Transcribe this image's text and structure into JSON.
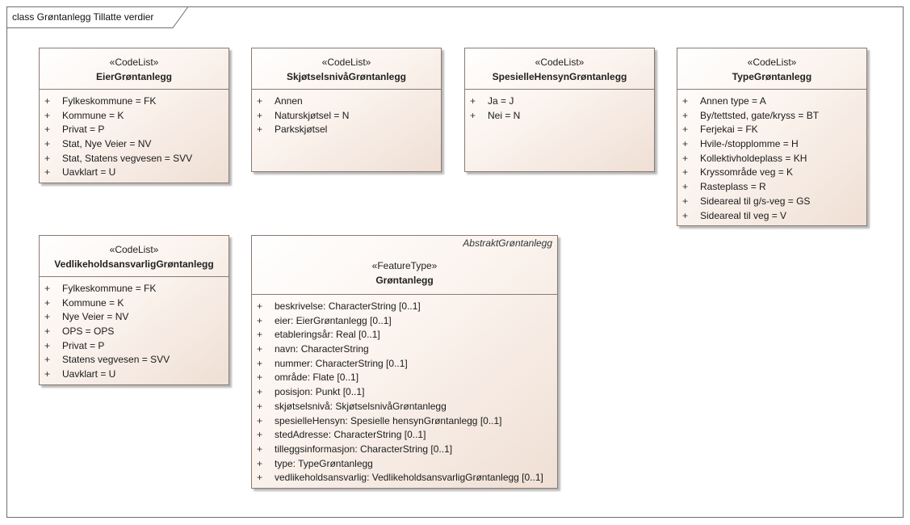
{
  "frame": {
    "title": "class Grøntanlegg Tillatte verdier"
  },
  "classes": [
    {
      "stereotype": "«CodeList»",
      "name": "EierGrøntanlegg",
      "attributes": [
        {
          "vis": "+",
          "text": "Fylkeskommune = FK"
        },
        {
          "vis": "+",
          "text": "Kommune = K"
        },
        {
          "vis": "+",
          "text": "Privat = P"
        },
        {
          "vis": "+",
          "text": "Stat, Nye Veier = NV"
        },
        {
          "vis": "+",
          "text": "Stat, Statens vegvesen = SVV"
        },
        {
          "vis": "+",
          "text": "Uavklart = U"
        }
      ]
    },
    {
      "stereotype": "«CodeList»",
      "name": "SkjøtselsnivåGrøntanlegg",
      "attributes": [
        {
          "vis": "+",
          "text": "Annen"
        },
        {
          "vis": "+",
          "text": "Naturskjøtsel = N"
        },
        {
          "vis": "+",
          "text": "Parkskjøtsel"
        }
      ]
    },
    {
      "stereotype": "«CodeList»",
      "name": "SpesielleHensynGrøntanlegg",
      "attributes": [
        {
          "vis": "+",
          "text": "Ja = J"
        },
        {
          "vis": "+",
          "text": "Nei = N"
        }
      ]
    },
    {
      "stereotype": "«CodeList»",
      "name": "TypeGrøntanlegg",
      "attributes": [
        {
          "vis": "+",
          "text": "Annen type = A"
        },
        {
          "vis": "+",
          "text": "By/tettsted, gate/kryss = BT"
        },
        {
          "vis": "+",
          "text": "Ferjekai = FK"
        },
        {
          "vis": "+",
          "text": "Hvile-/stopplomme = H"
        },
        {
          "vis": "+",
          "text": "Kollektivholdeplass = KH"
        },
        {
          "vis": "+",
          "text": "Kryssområde veg = K"
        },
        {
          "vis": "+",
          "text": "Rasteplass = R"
        },
        {
          "vis": "+",
          "text": "Sideareal til g/s-veg = GS"
        },
        {
          "vis": "+",
          "text": "Sideareal til veg = V"
        }
      ]
    },
    {
      "stereotype": "«CodeList»",
      "name": "VedlikeholdsansvarligGrøntanlegg",
      "attributes": [
        {
          "vis": "+",
          "text": "Fylkeskommune = FK"
        },
        {
          "vis": "+",
          "text": "Kommune = K"
        },
        {
          "vis": "+",
          "text": "Nye Veier = NV"
        },
        {
          "vis": "+",
          "text": "OPS = OPS"
        },
        {
          "vis": "+",
          "text": "Privat = P"
        },
        {
          "vis": "+",
          "text": "Statens vegvesen = SVV"
        },
        {
          "vis": "+",
          "text": "Uavklart = U"
        }
      ]
    },
    {
      "abstract_note": "AbstraktGrøntanlegg",
      "stereotype": "«FeatureType»",
      "name": "Grøntanlegg",
      "attributes": [
        {
          "vis": "+",
          "text": "beskrivelse: CharacterString [0..1]"
        },
        {
          "vis": "+",
          "text": "eier: EierGrøntanlegg [0..1]"
        },
        {
          "vis": "+",
          "text": "etableringsår: Real [0..1]"
        },
        {
          "vis": "+",
          "text": "navn: CharacterString"
        },
        {
          "vis": "+",
          "text": "nummer: CharacterString [0..1]"
        },
        {
          "vis": "+",
          "text": "område: Flate [0..1]"
        },
        {
          "vis": "+",
          "text": "posisjon: Punkt [0..1]"
        },
        {
          "vis": "+",
          "text": "skjøtselsnivå: SkjøtselsnivåGrøntanlegg"
        },
        {
          "vis": "+",
          "text": "spesielleHensyn: Spesielle hensynGrøntanlegg [0..1]"
        },
        {
          "vis": "+",
          "text": "stedAdresse: CharacterString [0..1]"
        },
        {
          "vis": "+",
          "text": "tilleggsinformasjon: CharacterString [0..1]"
        },
        {
          "vis": "+",
          "text": "type: TypeGrøntanlegg"
        },
        {
          "vis": "+",
          "text": "vedlikeholdsansvarlig: VedlikeholdsansvarligGrøntanlegg [0..1]"
        }
      ]
    }
  ]
}
